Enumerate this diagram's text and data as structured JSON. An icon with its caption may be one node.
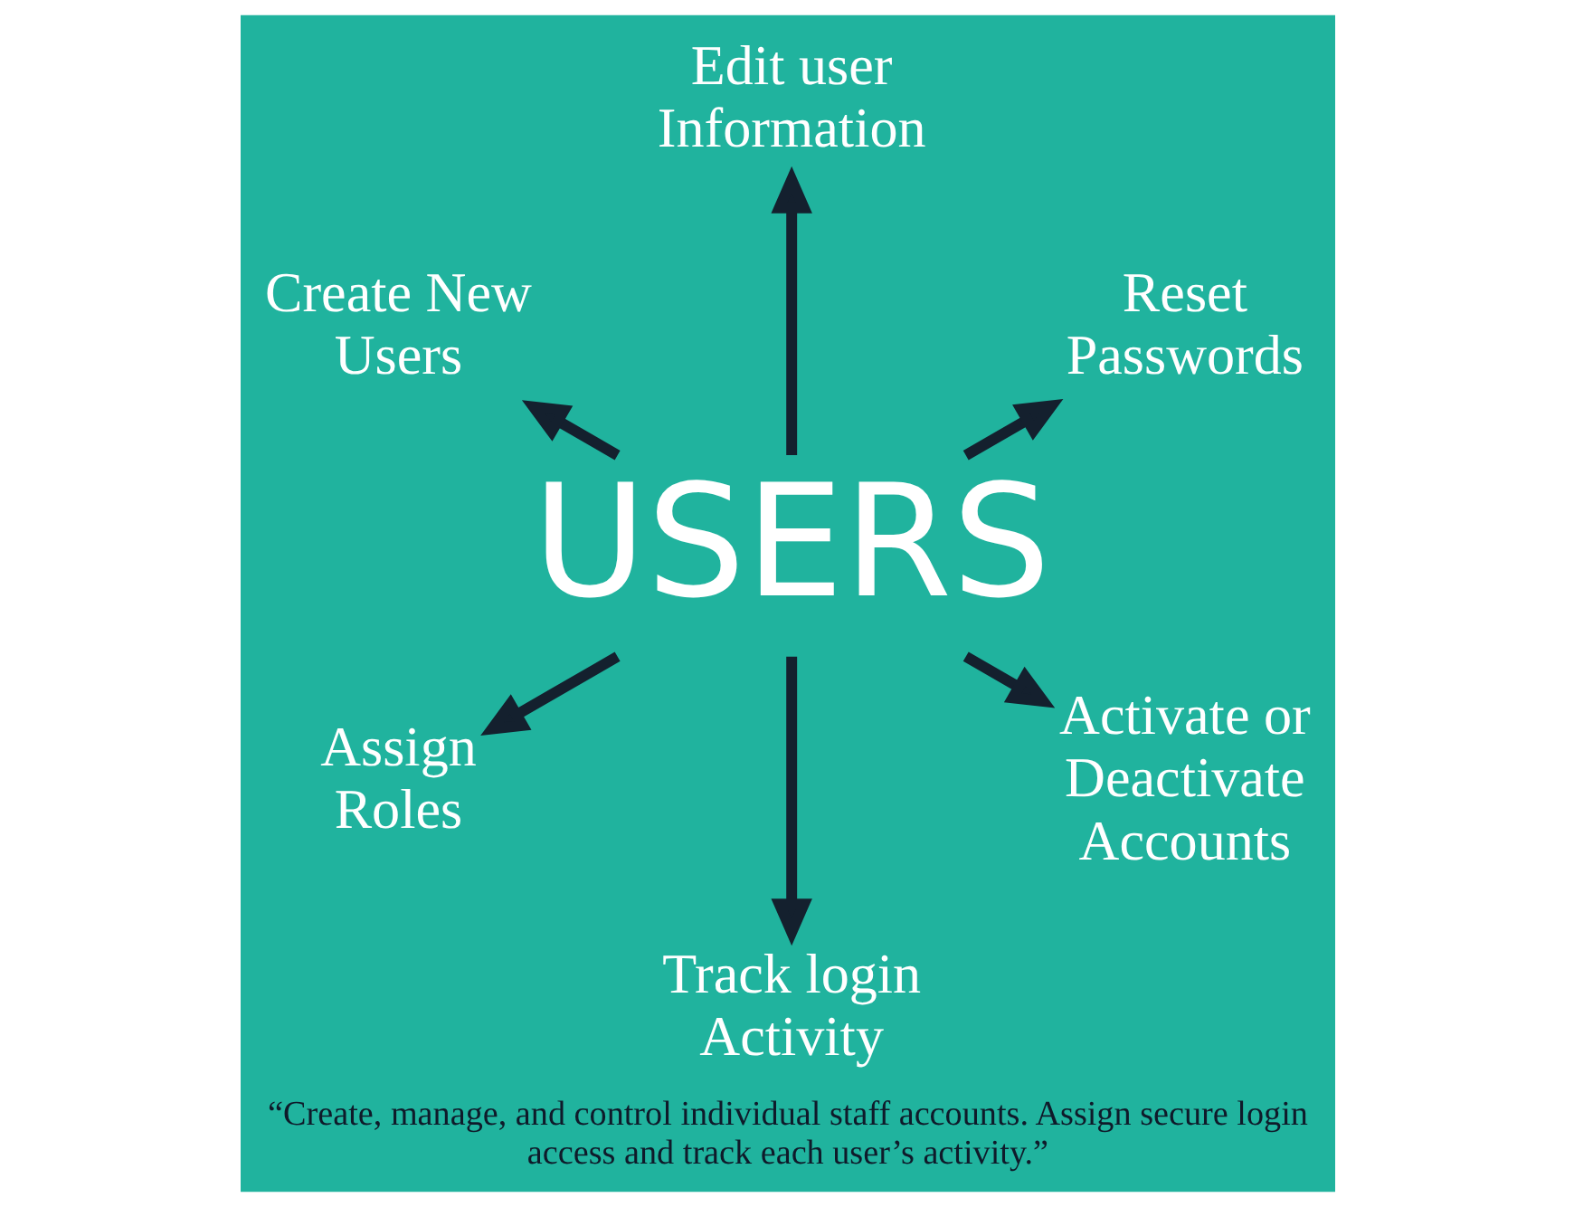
{
  "diagram": {
    "caption": "“Create, manage, and control individual staff accounts. Assign secure login access and track each user’s activity.”",
    "nodes": [
      {
        "text": [
          "USERS"
        ]
      },
      {
        "text": [
          "Reset Passwords"
        ]
      },
      {
        "text": [
          "Edit user Information"
        ]
      },
      {
        "text": [
          "Create New Users"
        ]
      },
      {
        "text": [
          "Assign Roles"
        ]
      },
      {
        "text": [
          "Track login Activity"
        ]
      },
      {
        "text": [
          "Activate or Deactivate Accounts"
        ]
      }
    ],
    "edges": [
      {
        "from": 0,
        "to": 1,
        "arrow": "to"
      },
      {
        "from": 0,
        "to": 2,
        "arrow": "to"
      },
      {
        "from": 0,
        "to": 3,
        "arrow": "to"
      },
      {
        "from": 0,
        "to": 4,
        "arrow": "to"
      },
      {
        "from": 0,
        "to": 5,
        "arrow": "to"
      },
      {
        "from": 0,
        "to": 6,
        "arrow": "to"
      }
    ]
  }
}
